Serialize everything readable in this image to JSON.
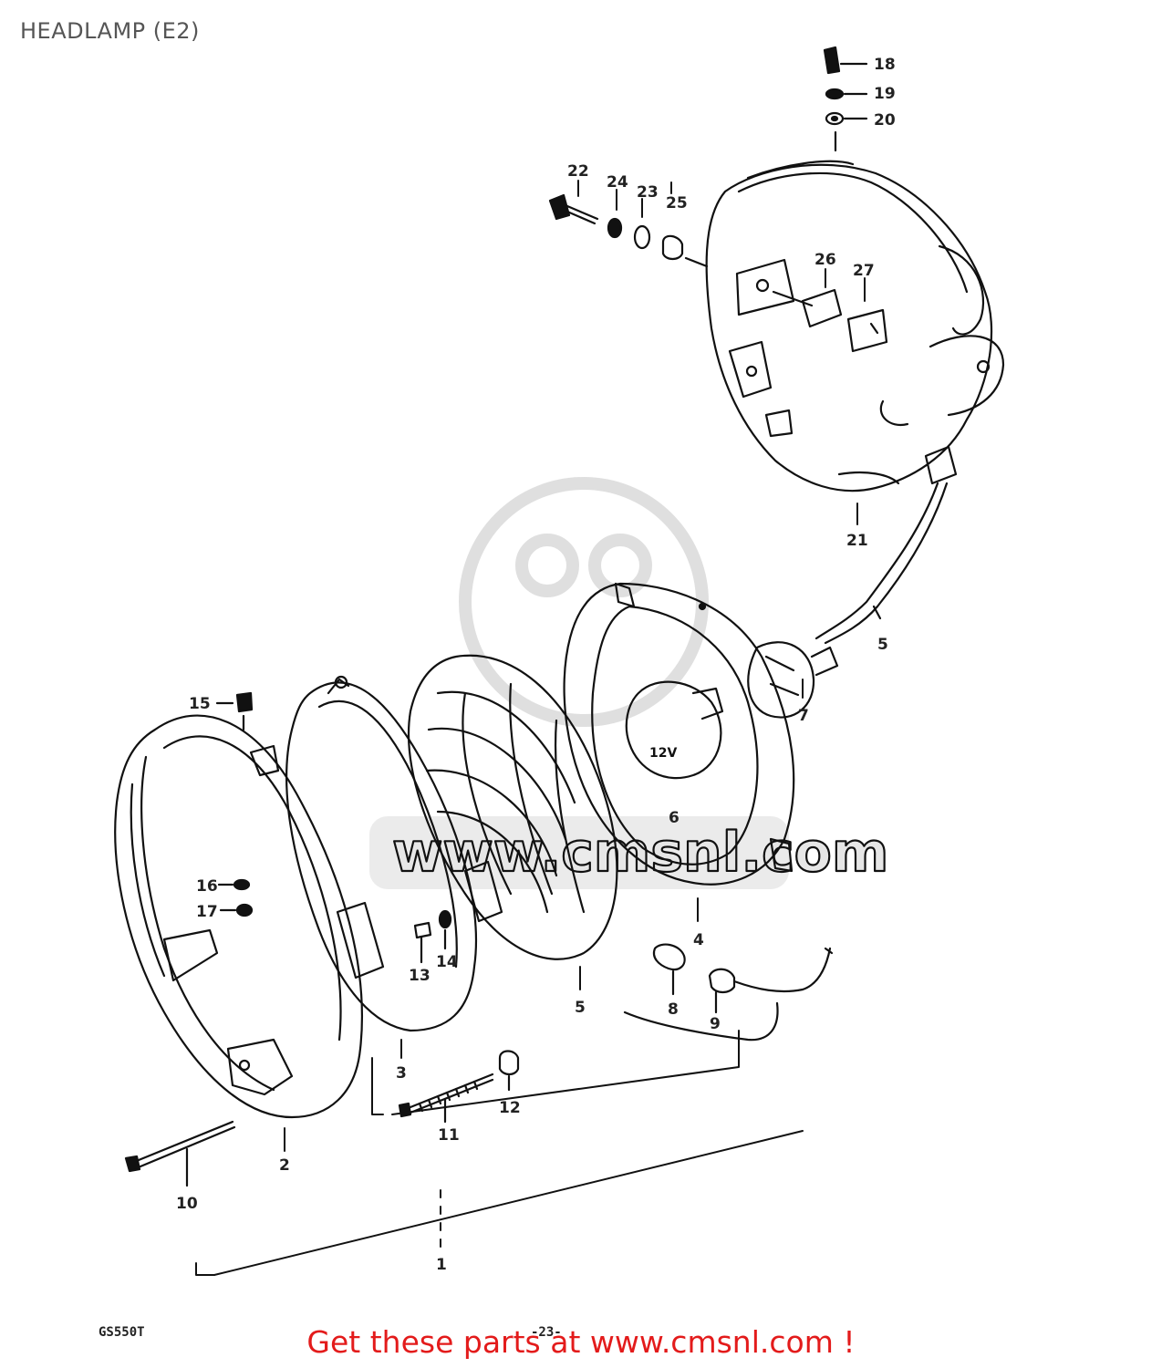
{
  "page": {
    "title": "HEADLAMP (E2)"
  },
  "diagram": {
    "model_code": "GS550T",
    "page_number": "-23-",
    "part_labels": {
      "p1": "1",
      "p2": "2",
      "p3": "3",
      "p4": "4",
      "p5": "5",
      "p6": "6",
      "p7": "7",
      "p8": "8",
      "p9": "9",
      "p10": "10",
      "p11": "11",
      "p12": "12",
      "p13": "13",
      "p14": "14",
      "p15": "15",
      "p16": "16",
      "p17": "17",
      "p18": "18",
      "p19": "19",
      "p20": "20",
      "p21": "21",
      "p22": "22",
      "p23": "23",
      "p24": "24",
      "p25": "25",
      "p26": "26",
      "p27": "27"
    },
    "watermark": "www.cmsnl.com"
  },
  "promo": {
    "text": "Get these parts at www.cmsnl.com !",
    "color": "#e31b1b"
  }
}
